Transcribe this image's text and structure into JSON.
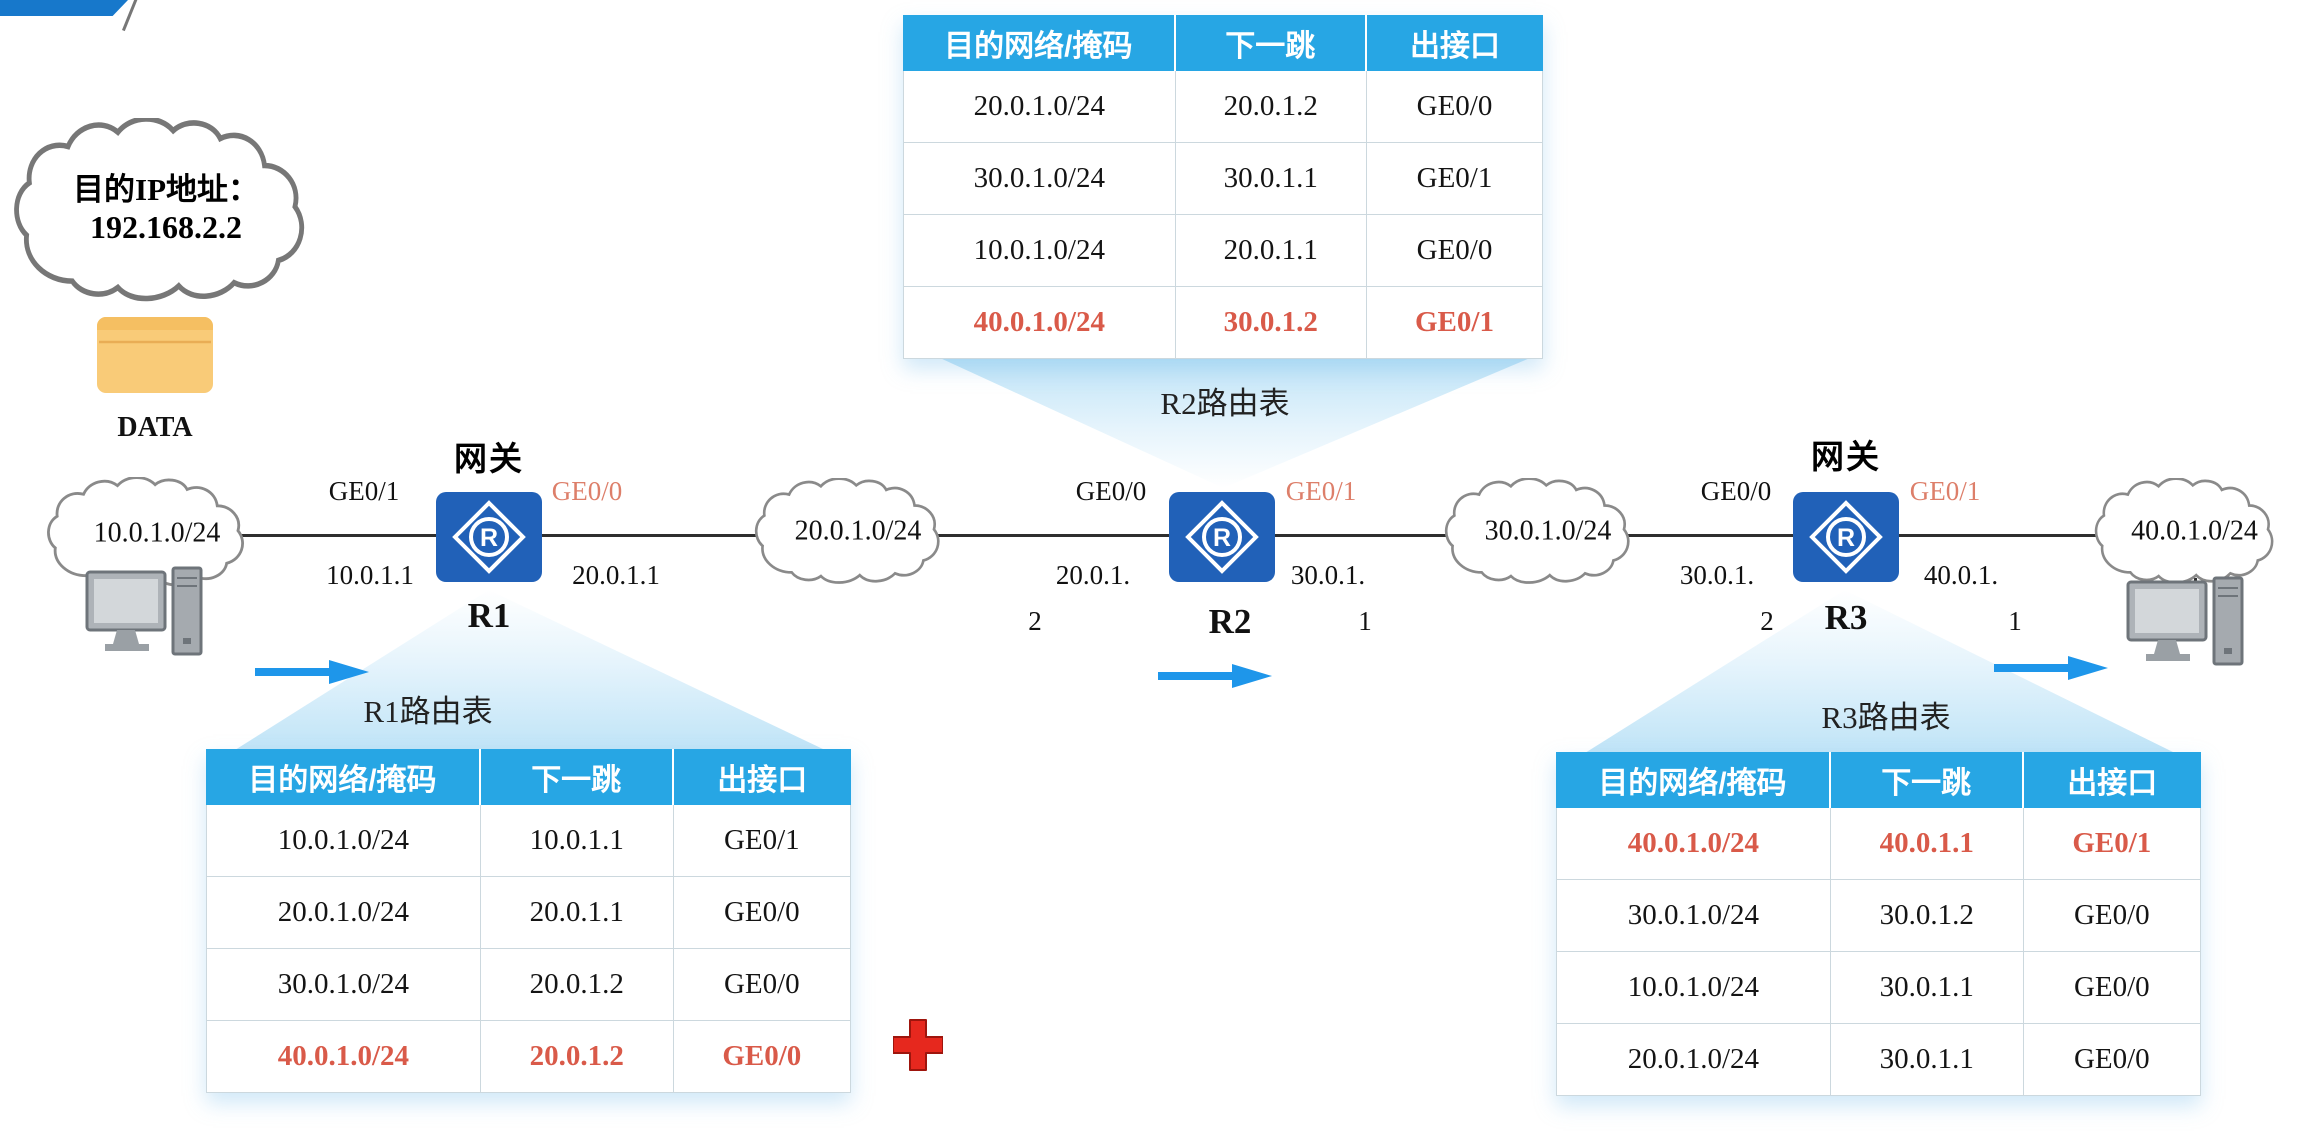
{
  "dest_cloud": {
    "line1": "目的IP地址：",
    "line2": "192.168.2.2"
  },
  "envelope": {
    "label": "DATA"
  },
  "networks": {
    "net10": "10.0.1.0/24",
    "net20": "20.0.1.0/24",
    "net30": "30.0.1.0/24",
    "net40": "40.0.1.0/24"
  },
  "icons": {
    "router_letter": "R"
  },
  "routers": {
    "r1": {
      "name": "R1",
      "gateway": "网关",
      "left_if": "GE0/1",
      "right_if": "GE0/0",
      "left_ip": "10.0.1.1",
      "right_ip": "20.0.1.1"
    },
    "r2": {
      "name": "R2",
      "left_if": "GE0/0",
      "right_if": "GE0/1",
      "left_ip": "20.0.1.",
      "left_ip2": "2",
      "right_ip": "30.0.1.",
      "right_ip2": "1"
    },
    "r3": {
      "name": "R3",
      "gateway": "网关",
      "left_if": "GE0/0",
      "right_if": "GE0/1",
      "left_ip": "30.0.1.",
      "left_ip2": "2",
      "right_ip": "40.0.1.",
      "right_ip2": "1"
    }
  },
  "routing_tables": {
    "columns": [
      "目的网络/掩码",
      "下一跳",
      "出接口"
    ],
    "r2": {
      "title": "R2路由表",
      "rows": [
        {
          "dest": "20.0.1.0/24",
          "next_hop": "20.0.1.2",
          "out_if": "GE0/0",
          "highlight": false
        },
        {
          "dest": "30.0.1.0/24",
          "next_hop": "30.0.1.1",
          "out_if": "GE0/1",
          "highlight": false
        },
        {
          "dest": "10.0.1.0/24",
          "next_hop": "20.0.1.1",
          "out_if": "GE0/0",
          "highlight": false
        },
        {
          "dest": "40.0.1.0/24",
          "next_hop": "30.0.1.2",
          "out_if": "GE0/1",
          "highlight": true
        }
      ]
    },
    "r1": {
      "title": "R1路由表",
      "rows": [
        {
          "dest": "10.0.1.0/24",
          "next_hop": "10.0.1.1",
          "out_if": "GE0/1",
          "highlight": false
        },
        {
          "dest": "20.0.1.0/24",
          "next_hop": "20.0.1.1",
          "out_if": "GE0/0",
          "highlight": false
        },
        {
          "dest": "30.0.1.0/24",
          "next_hop": "20.0.1.2",
          "out_if": "GE0/0",
          "highlight": false
        },
        {
          "dest": "40.0.1.0/24",
          "next_hop": "20.0.1.2",
          "out_if": "GE0/0",
          "highlight": true
        }
      ]
    },
    "r3": {
      "title": "R3路由表",
      "rows": [
        {
          "dest": "40.0.1.0/24",
          "next_hop": "40.0.1.1",
          "out_if": "GE0/1",
          "highlight": true
        },
        {
          "dest": "30.0.1.0/24",
          "next_hop": "30.0.1.2",
          "out_if": "GE0/0",
          "highlight": false
        },
        {
          "dest": "10.0.1.0/24",
          "next_hop": "30.0.1.1",
          "out_if": "GE0/0",
          "highlight": false
        },
        {
          "dest": "20.0.1.0/24",
          "next_hop": "30.0.1.1",
          "out_if": "GE0/0",
          "highlight": false
        }
      ]
    }
  }
}
